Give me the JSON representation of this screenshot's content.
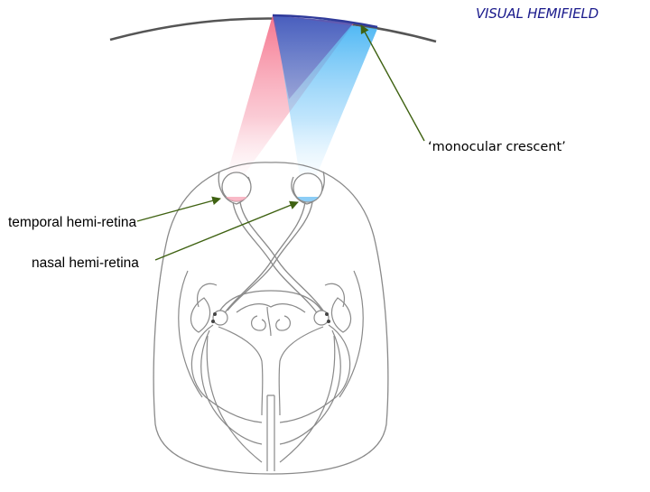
{
  "diagram": {
    "title": "VISUAL HEMIFIELD",
    "labels": {
      "monocular_crescent": "‘monocular crescent’",
      "temporal_hemi_retina": "temporal hemi-retina",
      "nasal_hemi_retina": "nasal hemi-retina"
    },
    "colors": {
      "title_text": "#1a1a8c",
      "arrow": "#3f6212",
      "outline": "#8a8a8a",
      "field_arc": "#555555",
      "left_eye_field": "#f45d7a",
      "right_eye_field": "#38aef2",
      "binocular_overlap": "#4a55b8"
    }
  }
}
